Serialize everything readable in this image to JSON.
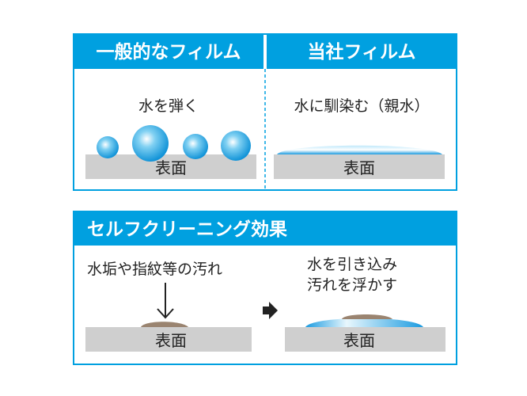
{
  "colors": {
    "accent": "#00a0e0",
    "surface": "#cfcfcf",
    "dirt": "#9a8470"
  },
  "comparison": {
    "left": {
      "header": "一般的なフィルム",
      "label": "水を弾く",
      "surface": "表面"
    },
    "right": {
      "header": "当社フィルム",
      "label": "水に馴染む（親水）",
      "surface": "表面"
    }
  },
  "self_cleaning": {
    "header": "セルフクリーニング効果",
    "before": {
      "label": "水垢や指紋等の汚れ",
      "surface": "表面"
    },
    "after": {
      "label_line1": "水を引き込み",
      "label_line2": "汚れを浮かす",
      "surface": "表面"
    }
  }
}
